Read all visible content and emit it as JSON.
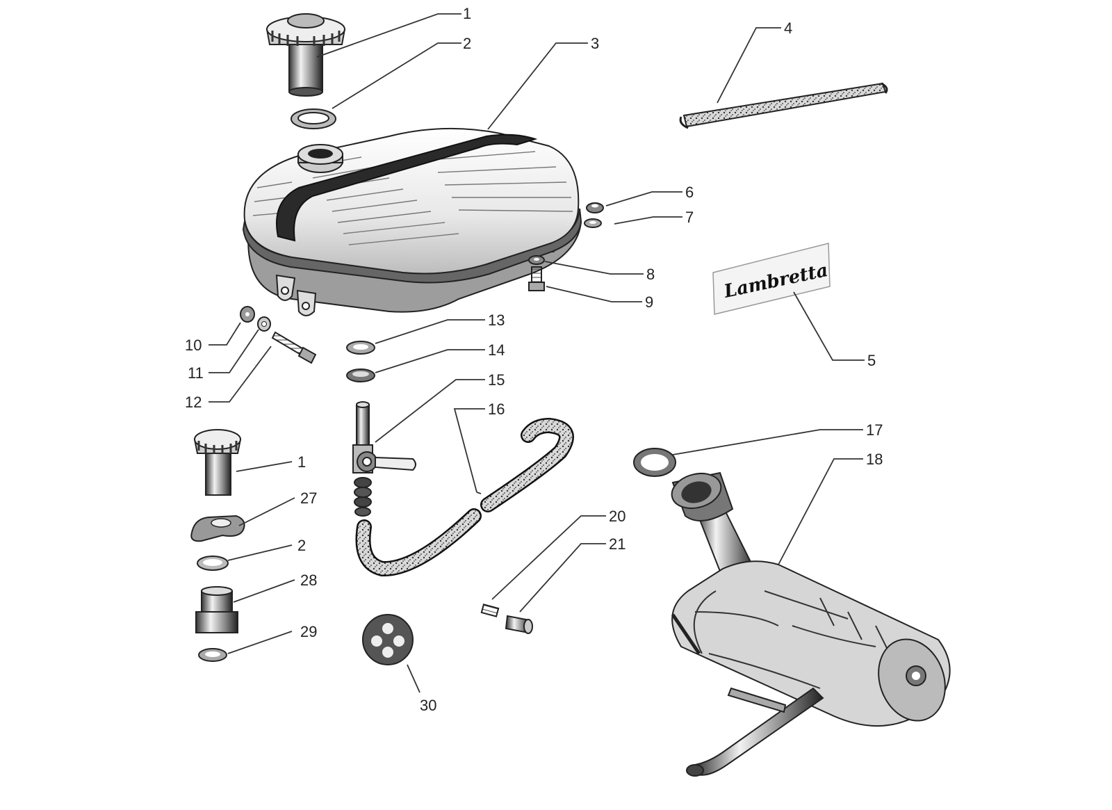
{
  "diagram": {
    "logo_text": "Lambretta",
    "callouts": {
      "c1a": "1",
      "c2a": "2",
      "c3": "3",
      "c4": "4",
      "c5": "5",
      "c6": "6",
      "c7": "7",
      "c8": "8",
      "c9": "9",
      "c10": "10",
      "c11": "11",
      "c12": "12",
      "c13": "13",
      "c14": "14",
      "c15": "15",
      "c16": "16",
      "c17": "17",
      "c18": "18",
      "c1b": "1",
      "c27": "27",
      "c2b": "2",
      "c28": "28",
      "c29": "29",
      "c20": "20",
      "c21": "21",
      "c30": "30"
    }
  }
}
